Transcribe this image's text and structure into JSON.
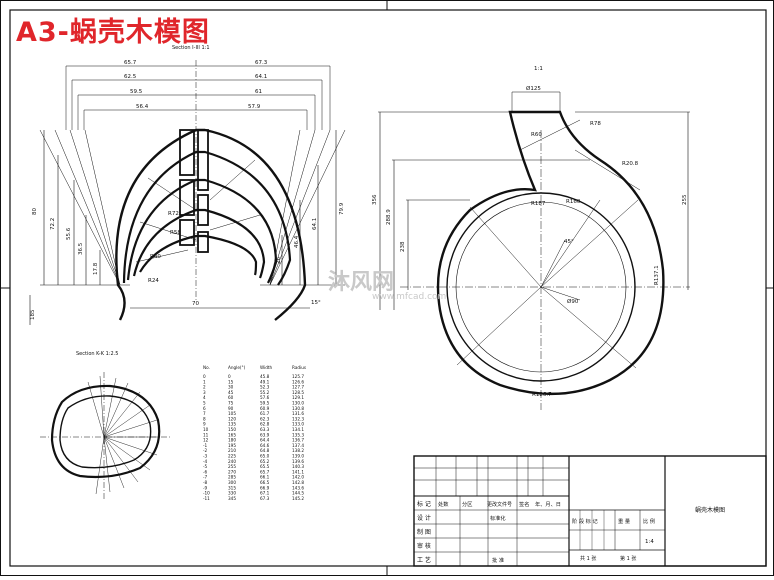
{
  "title": "A3-蜗壳木模图",
  "watermark": {
    "text": "沐风网",
    "url": "www.mfcad.com"
  },
  "views": {
    "left_section_label": "Section I-III  1:1",
    "right_view_label": "1:1",
    "small_section_label": "Section K-K  1:2.5"
  },
  "left_dims": {
    "top_widths": [
      "65.7",
      "62.5",
      "59.5",
      "56.4"
    ],
    "top_widths_right": [
      "67.3",
      "64.1",
      "61",
      "57.9"
    ],
    "heights_left": [
      "80",
      "72.2",
      "55.6",
      "36.5",
      "17.8"
    ],
    "heights_right": [
      "79.9",
      "64.1",
      "46.4",
      "26"
    ],
    "radii": [
      "R72",
      "R58",
      "R40",
      "R24"
    ],
    "bottom_width": "70",
    "left_bottom": "185",
    "angle": "15°"
  },
  "right_dims": {
    "throat_width": "Ø125",
    "h1": "356",
    "h2": "288.9",
    "h3": "238",
    "h4": "255",
    "r_outer": "R187",
    "r_inner": "R160",
    "d_center": "Ø90",
    "angle": "45°",
    "bottom_r": "R126.7",
    "side_r": "R137.1",
    "s1": "R60",
    "s2": "R78",
    "s3": "R20.8"
  },
  "table": {
    "headers": [
      "No.",
      "Angle(°)",
      "Width",
      "Radius"
    ],
    "rows": [
      [
        "0",
        "0",
        "45.8",
        "125.7"
      ],
      [
        "1",
        "15",
        "49.1",
        "126.6"
      ],
      [
        "2",
        "30",
        "52.3",
        "127.7"
      ],
      [
        "3",
        "45",
        "55.2",
        "128.5"
      ],
      [
        "4",
        "60",
        "57.6",
        "129.1"
      ],
      [
        "5",
        "75",
        "59.5",
        "130.0"
      ],
      [
        "6",
        "90",
        "60.9",
        "130.8"
      ],
      [
        "7",
        "105",
        "61.7",
        "131.6"
      ],
      [
        "8",
        "120",
        "62.3",
        "132.3"
      ],
      [
        "9",
        "135",
        "62.8",
        "133.0"
      ],
      [
        "10",
        "150",
        "63.3",
        "134.1"
      ],
      [
        "11",
        "165",
        "63.9",
        "135.3"
      ],
      [
        "12",
        "180",
        "64.4",
        "136.7"
      ],
      [
        "-1",
        "195",
        "64.6",
        "137.4"
      ],
      [
        "-2",
        "210",
        "64.8",
        "138.2"
      ],
      [
        "-3",
        "225",
        "65.0",
        "139.0"
      ],
      [
        "-4",
        "240",
        "65.2",
        "139.6"
      ],
      [
        "-5",
        "255",
        "65.5",
        "140.3"
      ],
      [
        "-6",
        "270",
        "65.7",
        "141.1"
      ],
      [
        "-7",
        "285",
        "66.1",
        "142.0"
      ],
      [
        "-8",
        "300",
        "66.5",
        "142.8"
      ],
      [
        "-9",
        "315",
        "66.9",
        "143.6"
      ],
      [
        "-10",
        "330",
        "67.1",
        "144.5"
      ],
      [
        "-11",
        "345",
        "67.3",
        "145.2"
      ]
    ]
  },
  "title_block": {
    "row_labels": [
      "标 记",
      "设 计",
      "制 图",
      "审 核",
      "工 艺"
    ],
    "header_cells": [
      "标记",
      "处数",
      "分区",
      "更改文件号",
      "签名",
      "年、月、日"
    ],
    "standardize": "标准化",
    "approve": "批 准",
    "stage_cells": [
      "阶 段 标 记",
      "重 量",
      "比 例"
    ],
    "scale": "1:4",
    "sheet_info": [
      "共 1 张",
      "第 1 张"
    ],
    "drawing_name": "蜗壳木模图"
  },
  "colors": {
    "title": "#e0262b",
    "line": "#111111",
    "watermark": "#c9c9c9"
  }
}
